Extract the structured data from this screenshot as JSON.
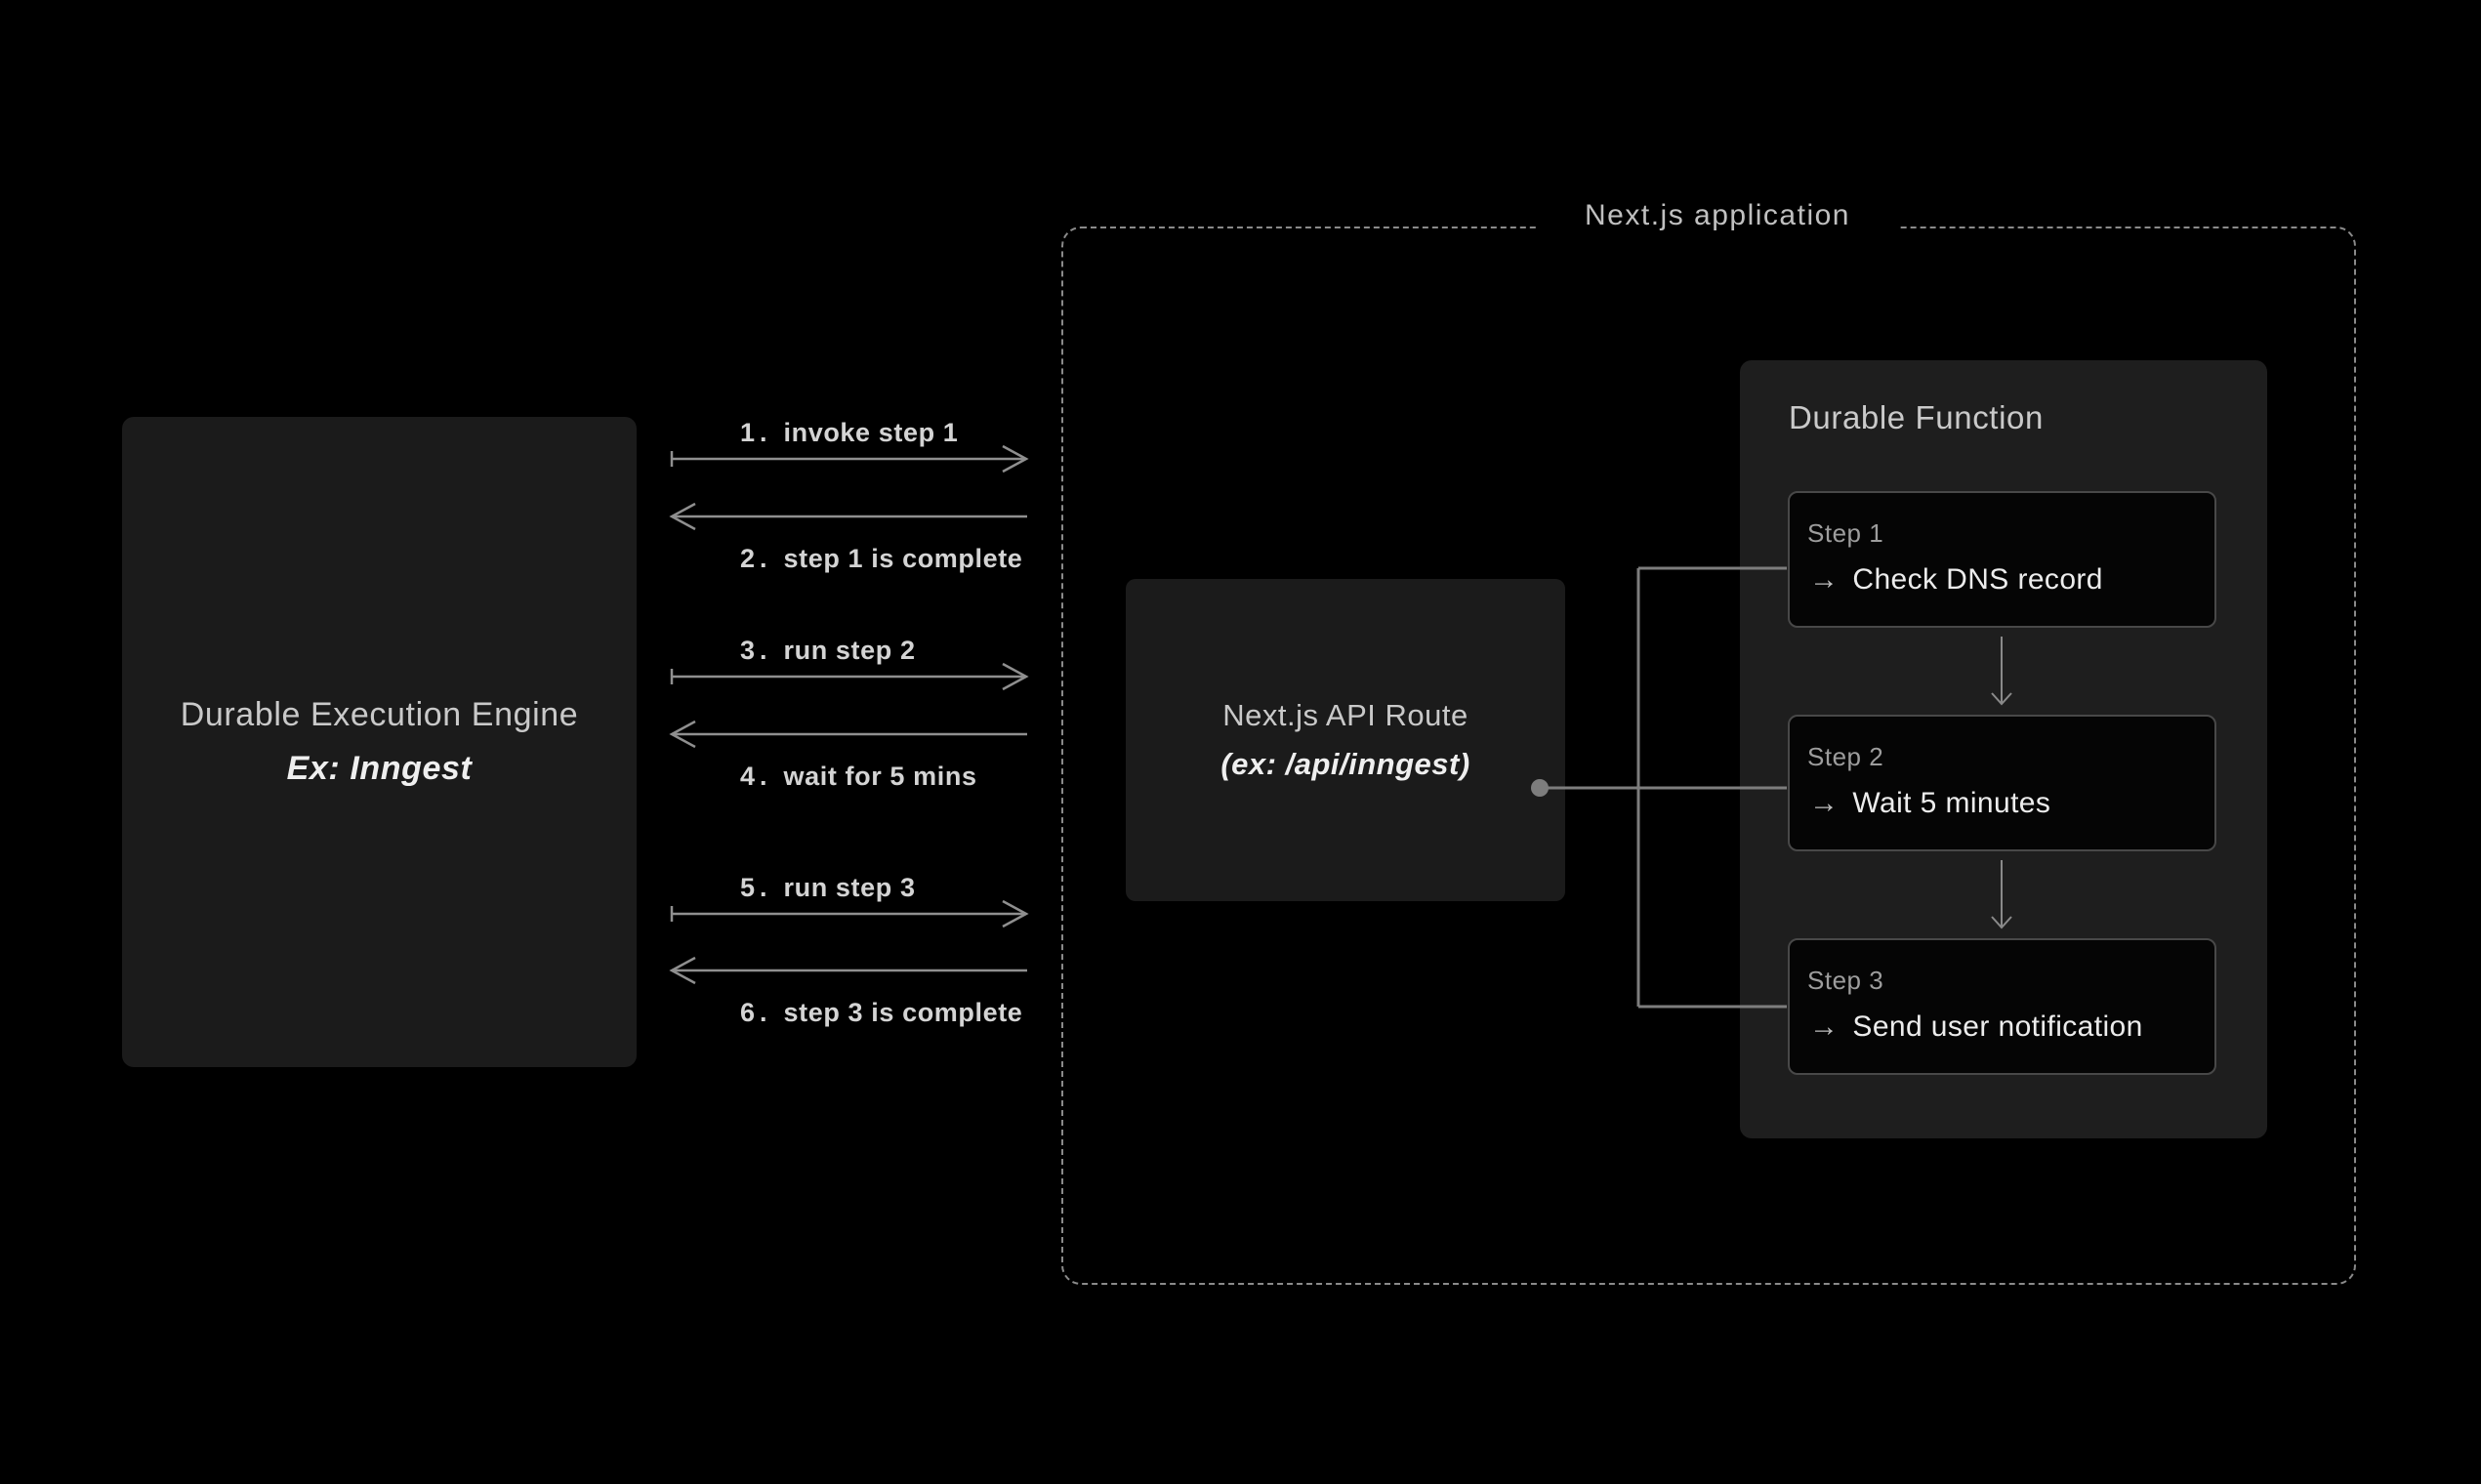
{
  "engine_box": {
    "title": "Durable Execution Engine",
    "subtitle": "Ex: Inngest"
  },
  "messages": [
    {
      "number": "1.",
      "text": "invoke step 1",
      "direction": "right"
    },
    {
      "number": "2.",
      "text": "step 1 is complete",
      "direction": "left"
    },
    {
      "number": "3.",
      "text": "run step 2",
      "direction": "right"
    },
    {
      "number": "4.",
      "text": "wait for 5 mins",
      "direction": "left"
    },
    {
      "number": "5.",
      "text": "run step 3",
      "direction": "right"
    },
    {
      "number": "6.",
      "text": "step 3 is complete",
      "direction": "left"
    }
  ],
  "nextjs_container": {
    "label": "Next.js application"
  },
  "api_box": {
    "title": "Next.js API Route",
    "subtitle": "(ex: /api/inngest)"
  },
  "durable_function": {
    "title": "Durable Function",
    "step_arrow_glyph": "→",
    "steps": [
      {
        "label": "Step 1",
        "action": "Check DNS record"
      },
      {
        "label": "Step 2",
        "action": "Wait 5 minutes"
      },
      {
        "label": "Step 3",
        "action": "Send user notification"
      }
    ]
  },
  "colors": {
    "background": "#000000",
    "panel": "#1b1b1b",
    "function_panel": "#1e1e1e",
    "step_card": "#050505",
    "step_border": "#484848",
    "line_gray": "#8f8f8f",
    "connector_gray": "#7d7d7d",
    "dashed_border": "#8a8a8a",
    "text_soft": "#c9c9c9",
    "text_bright": "#efefef",
    "step_label_gray": "#9d9d9d"
  }
}
